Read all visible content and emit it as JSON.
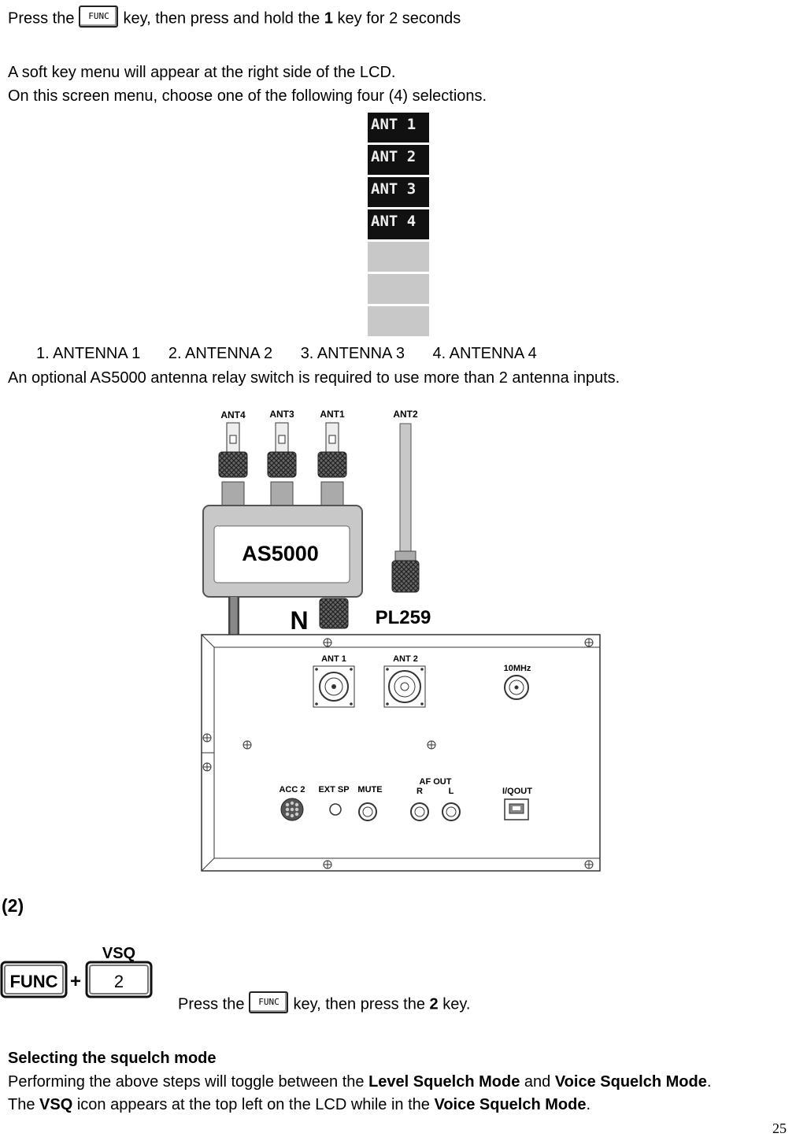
{
  "line1": {
    "pre": "Press the",
    "key": "FUNC",
    "post1": "key, then press and hold the",
    "bold": "1",
    "post2": "key for 2 seconds"
  },
  "para1": "A soft key menu will appear at the right side of the LCD.",
  "para2": "On this screen menu, choose one of the following four (4) selections.",
  "softkeys": [
    "ANT 1",
    "ANT 2",
    "ANT 3",
    "ANT 4"
  ],
  "options": [
    "1. ANTENNA 1",
    "2. ANTENNA 2",
    "3. ANTENNA 3",
    "4. ANTENNA 4"
  ],
  "note": "An optional AS5000 antenna relay switch is required to use more than 2 antenna inputs.",
  "diagram": {
    "ant_labels": [
      "ANT4",
      "ANT3",
      "ANT1",
      "ANT2"
    ],
    "box_label": "AS5000",
    "n_label": "N",
    "pl_label": "PL259",
    "panel": {
      "ant1": "ANT 1",
      "ant2": "ANT 2",
      "ref": "10MHz",
      "acc2": "ACC 2",
      "extsp": "EXT SP",
      "mute": "MUTE",
      "afout": "AF OUT",
      "r": "R",
      "l": "L",
      "iqout": "I/QOUT"
    }
  },
  "section": "(2)",
  "keys": {
    "func": "FUNC",
    "plus": "+",
    "vsq": "VSQ",
    "two": "2"
  },
  "line2": {
    "pre": "Press the",
    "key": "FUNC",
    "post": "key, then press the",
    "bold": "2",
    "end": "key."
  },
  "heading": "Selecting the squelch mode",
  "p3": {
    "a": "Performing the above steps will toggle between the",
    "b": "Level Squelch Mode",
    "c": "and",
    "d": "Voice Squelch Mode",
    "e": "."
  },
  "p4": {
    "a": "The",
    "b": "VSQ",
    "c": "icon appears at the top left on the LCD while in the",
    "d": "Voice Squelch Mode",
    "e": "."
  },
  "page_number": "25"
}
